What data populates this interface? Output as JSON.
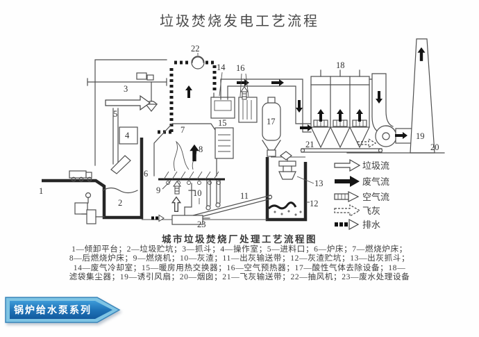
{
  "page": {
    "title": "垃圾焚烧发电工艺流程"
  },
  "diagram": {
    "caption": "城市垃圾焚烧厂处理工艺流程图",
    "labels": {
      "n1": "1",
      "n2": "2",
      "n3": "3",
      "n4": "4",
      "n5": "5",
      "n6": "6",
      "n7": "7",
      "n8": "8",
      "n9": "9",
      "n10": "10",
      "n11": "11",
      "n12": "12",
      "n13": "13",
      "n14": "14",
      "n15": "15",
      "n16": "16",
      "n17": "17",
      "n18": "18",
      "n19": "19",
      "n20": "20",
      "n21": "21",
      "n22": "22",
      "n23": "23"
    },
    "flow_legend": [
      {
        "style": "outline",
        "label": "垃圾流"
      },
      {
        "style": "solid",
        "label": "废气流"
      },
      {
        "style": "striped",
        "label": "空气流"
      },
      {
        "style": "dashed",
        "label": "飞灰"
      },
      {
        "style": "dashdot",
        "label": "排水"
      }
    ],
    "legend_lines": [
      "1—倾卸平台；2—垃圾贮坑；3—抓斗；4—操作室；5—进料口；6—炉床；7—燃烧炉床；",
      "8—后燃烧炉床；9—燃烧机；10—灰渣；11—出灰输送带；12—灰渣贮坑；13—出灰抓斗；",
      "14—废气冷却室；15—暖房用热交换器；16—空气预热器；17—酸性气体去除设备；18—",
      "滤袋集尘器；19—诱引风扇；20—烟囱；21—飞灰输送带；22—抽风机；23—废水处理设备"
    ]
  },
  "banner": {
    "label": "锅炉给水泵系列"
  },
  "colors": {
    "line": "#4a4a4a",
    "wall": "#262626",
    "banner_border": "#7fc4e4",
    "banner_fill_top": "#3d9bd8",
    "banner_fill_bottom": "#135a9e",
    "banner_text": "#ffffff"
  }
}
